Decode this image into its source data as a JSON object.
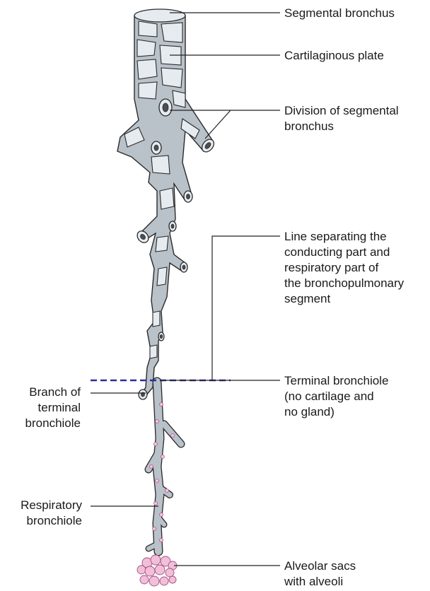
{
  "labels": {
    "segmental_bronchus": "Segmental bronchus",
    "cartilaginous_plate": "Cartilaginous plate",
    "division_line1": "Division of segmental",
    "division_line2": "bronchus",
    "line_sep_1": "Line separating the",
    "line_sep_2": "conducting part and",
    "line_sep_3": "respiratory part of",
    "line_sep_4": "the bronchopulmonary",
    "line_sep_5": "segment",
    "terminal_1": "Terminal bronchiole",
    "terminal_2": "(no cartilage and",
    "terminal_3": "no gland)",
    "branch_1": "Branch of",
    "branch_2": "terminal",
    "branch_3": "bronchiole",
    "resp_1": "Respiratory",
    "resp_2": "bronchiole",
    "alv_1": "Alveolar sacs",
    "alv_2": "with alveoli"
  },
  "colors": {
    "tube": "#b9c1c9",
    "plate": "#e6ebf0",
    "outline": "#2a2a2a",
    "dashed_line": "#2c2c9a",
    "alveoli": "#f2bfd9"
  }
}
